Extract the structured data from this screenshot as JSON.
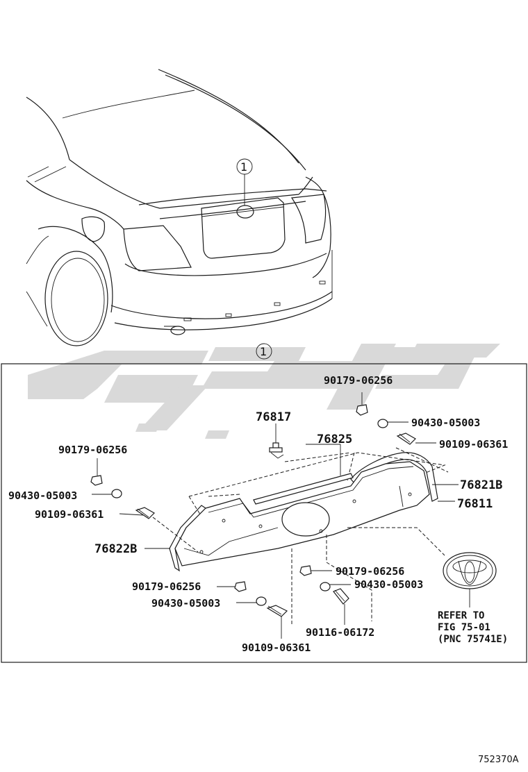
{
  "callout": {
    "number": "1"
  },
  "labels": {
    "p76817": "76817",
    "p76825": "76825",
    "p76821B": "76821B",
    "p76811": "76811",
    "p76822B": "76822B",
    "nut_right_top": "90179-06256",
    "washer_right_top": "90430-05003",
    "screw_right_top": "90109-06361",
    "nut_left": "90179-06256",
    "washer_left": "90430-05003",
    "screw_left": "90109-06361",
    "nut_bottom_left": "90179-06256",
    "washer_bottom_left": "90430-05003",
    "screw_bottom_left": "90109-06361",
    "nut_bottom_mid": "90179-06256",
    "washer_bottom_mid": "90430-05003",
    "screw_bottom_mid": "90116-06172"
  },
  "reference": {
    "line1": "REFER TO",
    "line2": "FIG 75-01",
    "line3": "(PNC 75741E)"
  },
  "figure_id": "752370A",
  "colors": {
    "line": "#1a1a1a",
    "watermark": "#d9d9d9"
  }
}
